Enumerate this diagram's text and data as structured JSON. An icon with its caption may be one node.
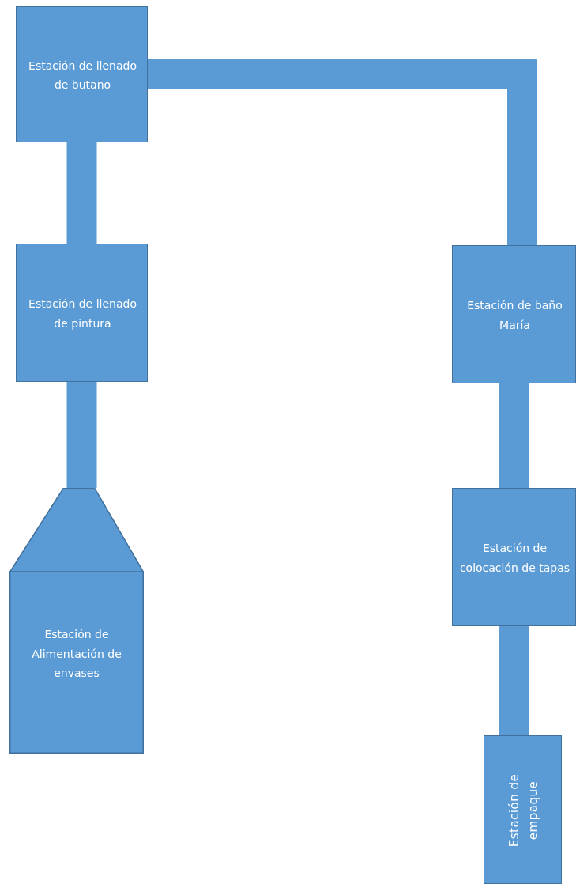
{
  "diagram": {
    "nodes": [
      {
        "text": [
          "Estación de llenado de butano"
        ]
      },
      {
        "text": [
          "Estación de llenado de pintura"
        ]
      },
      {
        "text": [
          "Estación de Alimentación de envases"
        ]
      },
      {
        "text": [
          "Estación de baño María"
        ]
      },
      {
        "text": [
          "Estación de colocación de tapas"
        ]
      },
      {
        "text": [
          "Estación de empaque"
        ]
      }
    ],
    "edges": [
      {
        "from": 0,
        "to": 1,
        "arrow": "none"
      },
      {
        "from": 1,
        "to": 2,
        "arrow": "none"
      },
      {
        "from": 0,
        "to": 3,
        "arrow": "none"
      },
      {
        "from": 3,
        "to": 4,
        "arrow": "none"
      },
      {
        "from": 4,
        "to": 5,
        "arrow": "none"
      }
    ]
  }
}
